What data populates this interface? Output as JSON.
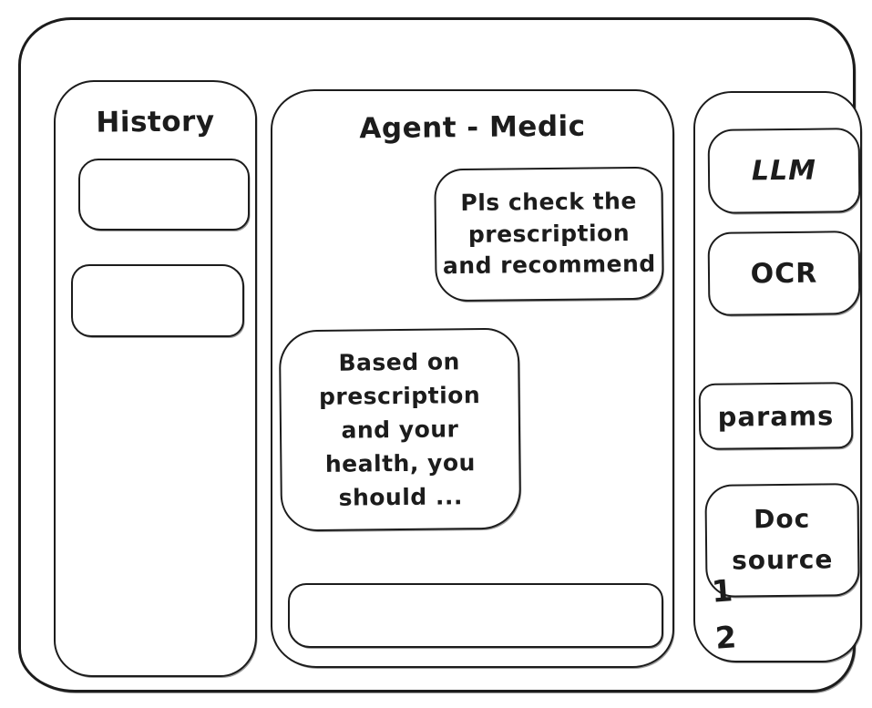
{
  "app": {
    "style": "hand-drawn wireframe",
    "ink_color": "#1c1c1c",
    "background_color": "#ffffff"
  },
  "sidebar": {
    "title": "History",
    "items": [
      {
        "label": ""
      },
      {
        "label": ""
      }
    ]
  },
  "main": {
    "title": "Agent - Medic",
    "messages": [
      {
        "role": "user",
        "text": "Pls check the\nprescription\nand recommend"
      },
      {
        "role": "agent",
        "text": "Based on\nprescription\nand your\nhealth, you\nshould ..."
      }
    ],
    "input": {
      "value": "",
      "placeholder": ""
    }
  },
  "toolbar": {
    "buttons": [
      {
        "id": "llm",
        "label": "LLM"
      },
      {
        "id": "ocr",
        "label": "OCR"
      },
      {
        "id": "params",
        "label": "params"
      },
      {
        "id": "doc-source",
        "label": "Doc\nsource"
      }
    ],
    "annotations": [
      "1",
      "2"
    ]
  }
}
